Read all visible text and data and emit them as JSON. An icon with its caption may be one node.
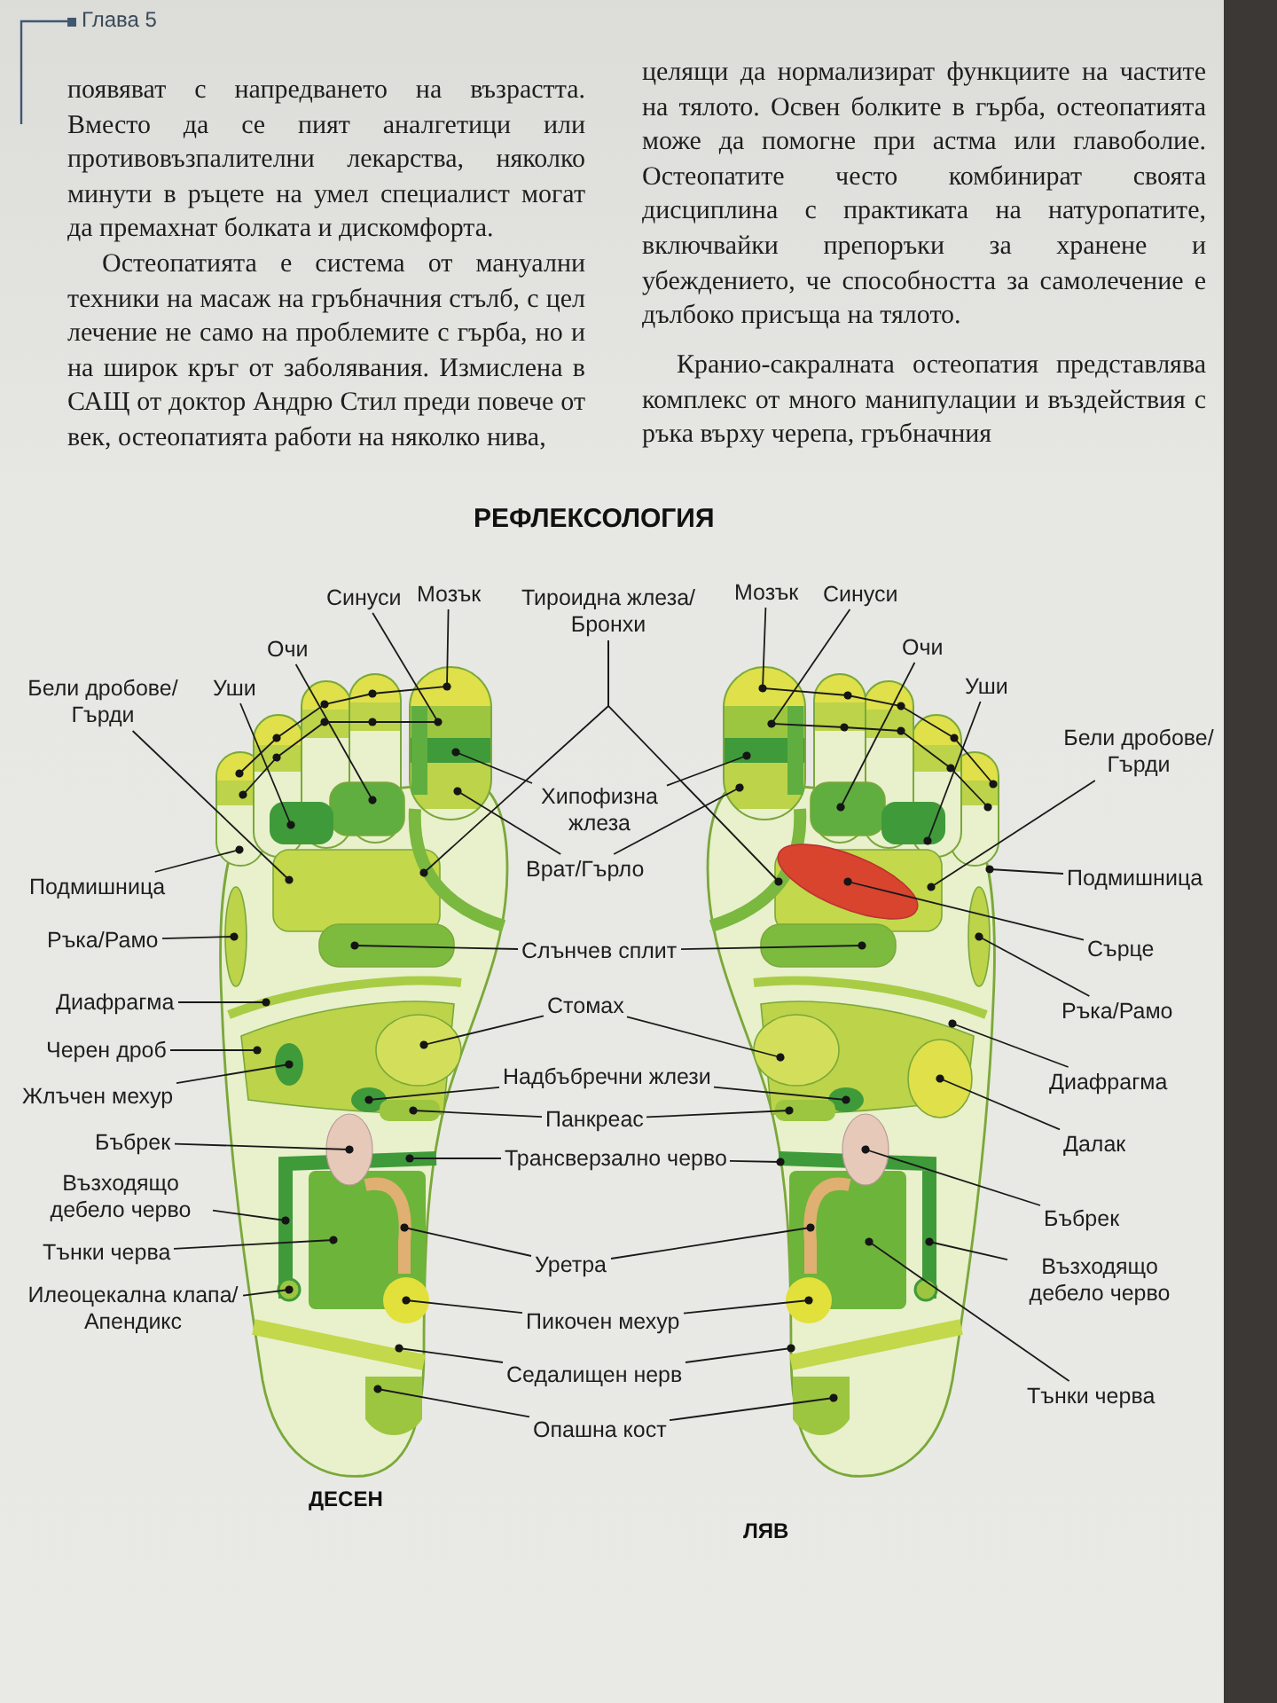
{
  "diagram": {
    "title": "РЕФЛЕКСОЛОГИЯ",
    "nodes": [
      {
        "text": [
          "Синуси"
        ]
      },
      {
        "text": [
          "Мозък"
        ]
      },
      {
        "text": [
          "Тироидна жлеза/Бронхи"
        ]
      },
      {
        "text": [
          "Мозък"
        ]
      },
      {
        "text": [
          "Синуси"
        ]
      },
      {
        "text": [
          "Очи"
        ]
      },
      {
        "text": [
          "Очи"
        ]
      },
      {
        "text": [
          "Уши"
        ]
      },
      {
        "text": [
          "Уши"
        ]
      },
      {
        "text": [
          "Бели дробове/Гърди"
        ]
      },
      {
        "text": [
          "Бели дробове/Гърди"
        ]
      },
      {
        "text": [
          "Хипофизна жлеза"
        ]
      },
      {
        "text": [
          "Врат/Гърло"
        ]
      },
      {
        "text": [
          "Подмишница"
        ]
      },
      {
        "text": [
          "Подмишница"
        ]
      },
      {
        "text": [
          "Слънчев сплит"
        ]
      },
      {
        "text": [
          "Сърце"
        ]
      },
      {
        "text": [
          "Ръка/Рамо"
        ]
      },
      {
        "text": [
          "Стомах"
        ]
      },
      {
        "text": [
          "Диафрагма"
        ]
      },
      {
        "text": [
          "Ръка/Рамо"
        ]
      },
      {
        "text": [
          "Черен дроб"
        ]
      },
      {
        "text": [
          "Диафрагма"
        ]
      },
      {
        "text": [
          "Надбъбречни жлези"
        ]
      },
      {
        "text": [
          "Жлъчен мехур"
        ]
      },
      {
        "text": [
          "Панкреас"
        ]
      },
      {
        "text": [
          "Бъбрек"
        ]
      },
      {
        "text": [
          "Далак"
        ]
      },
      {
        "text": [
          "Трансверзално черво"
        ]
      },
      {
        "text": [
          "Възходящо дебело черво"
        ]
      },
      {
        "text": [
          "Бъбрек"
        ]
      },
      {
        "text": [
          "Тънки черва"
        ]
      },
      {
        "text": [
          "Уретра"
        ]
      },
      {
        "text": [
          "Възходящо дебело черво"
        ]
      },
      {
        "text": [
          "Илеоцекална клапа/Апендикс"
        ]
      },
      {
        "text": [
          "Пикочен мехур"
        ]
      },
      {
        "text": [
          "Седалищен нерв"
        ]
      },
      {
        "text": [
          "Тънки черва"
        ]
      },
      {
        "text": [
          "Опашна кост"
        ]
      }
    ],
    "edges": [
      {
        "from": 0,
        "to": null,
        "arrow": "other"
      },
      {
        "from": 1,
        "to": null,
        "arrow": "other"
      },
      {
        "from": 2,
        "to": null,
        "arrow": "other"
      },
      {
        "from": 2,
        "to": null,
        "arrow": "other"
      },
      {
        "from": 3,
        "to": null,
        "arrow": "other"
      },
      {
        "from": 4,
        "to": null,
        "arrow": "other"
      },
      {
        "from": 5,
        "to": null,
        "arrow": "other"
      },
      {
        "from": 6,
        "to": null,
        "arrow": "other"
      },
      {
        "from": 7,
        "to": null,
        "arrow": "other"
      },
      {
        "from": 8,
        "to": null,
        "arrow": "other"
      },
      {
        "from": 9,
        "to": null,
        "arrow": "other"
      },
      {
        "from": 10,
        "to": null,
        "arrow": "other"
      },
      {
        "from": 11,
        "to": null,
        "arrow": "other"
      },
      {
        "from": 11,
        "to": null,
        "arrow": "other"
      },
      {
        "from": 12,
        "to": null,
        "arrow": "other"
      },
      {
        "from": 12,
        "to": null,
        "arrow": "other"
      },
      {
        "from": 13,
        "to": null,
        "arrow": "other"
      },
      {
        "from": 14,
        "to": null,
        "arrow": "other"
      },
      {
        "from": 15,
        "to": null,
        "arrow": "other"
      },
      {
        "from": 15,
        "to": null,
        "arrow": "other"
      },
      {
        "from": 16,
        "to": null,
        "arrow": "other"
      },
      {
        "from": 17,
        "to": null,
        "arrow": "other"
      },
      {
        "from": 18,
        "to": null,
        "arrow": "other"
      },
      {
        "from": 18,
        "to": null,
        "arrow": "other"
      },
      {
        "from": 19,
        "to": null,
        "arrow": "other"
      },
      {
        "from": 20,
        "to": null,
        "arrow": "other"
      },
      {
        "from": 21,
        "to": null,
        "arrow": "other"
      },
      {
        "from": 22,
        "to": null,
        "arrow": "other"
      },
      {
        "from": 23,
        "to": null,
        "arrow": "other"
      },
      {
        "from": 23,
        "to": null,
        "arrow": "other"
      },
      {
        "from": 24,
        "to": null,
        "arrow": "other"
      },
      {
        "from": 25,
        "to": null,
        "arrow": "other"
      },
      {
        "from": 25,
        "to": null,
        "arrow": "other"
      },
      {
        "from": 26,
        "to": null,
        "arrow": "other"
      },
      {
        "from": 27,
        "to": null,
        "arrow": "other"
      },
      {
        "from": 28,
        "to": null,
        "arrow": "other"
      },
      {
        "from": 28,
        "to": null,
        "arrow": "other"
      },
      {
        "from": 29,
        "to": null,
        "arrow": "other"
      },
      {
        "from": 30,
        "to": null,
        "arrow": "other"
      },
      {
        "from": 31,
        "to": null,
        "arrow": "other"
      },
      {
        "from": 32,
        "to": null,
        "arrow": "other"
      },
      {
        "from": 32,
        "to": null,
        "arrow": "other"
      },
      {
        "from": 33,
        "to": null,
        "arrow": "other"
      },
      {
        "from": 34,
        "to": null,
        "arrow": "other"
      },
      {
        "from": 35,
        "to": null,
        "arrow": "other"
      },
      {
        "from": 35,
        "to": null,
        "arrow": "other"
      },
      {
        "from": 36,
        "to": null,
        "arrow": "other"
      },
      {
        "from": 36,
        "to": null,
        "arrow": "other"
      },
      {
        "from": 37,
        "to": null,
        "arrow": "other"
      },
      {
        "from": 38,
        "to": null,
        "arrow": "other"
      },
      {
        "from": 38,
        "to": null,
        "arrow": "other"
      }
    ],
    "labels": [
      "Глава 5",
      "появяват с напредването на възрастта. Вместо да се пият аналгетици или противовъзпалителни лекарства, няколко минути в ръцете на умел специалист могат да премахнат болката и дискомфорта.",
      "Остеопатията е система от мануални техники на масаж на гръбначния стълб, с цел лечение не само на проблемите с гърба, но и на широк кръг от заболявания. Измислена в САЩ от доктор Андрю Стил преди повече от век, остеопатията работи на няколко нива,",
      "целящи да нормализират функциите на частите на тялото. Освен болките в гърба, остеопатията може да помогне при астма или главоболие. Остеопатите често комбинират своята дисциплина с практиката на натуропатите, включвайки препоръки за хранене и убеждението, че способността за самолечение е дълбоко присъща на тялото.",
      "Кранио-сакралната остеопатия представлява комплекс от много манипулации и въздействия с ръка върху черепа, гръбначния",
      "ДЕСЕН",
      "ЛЯВ"
    ]
  }
}
